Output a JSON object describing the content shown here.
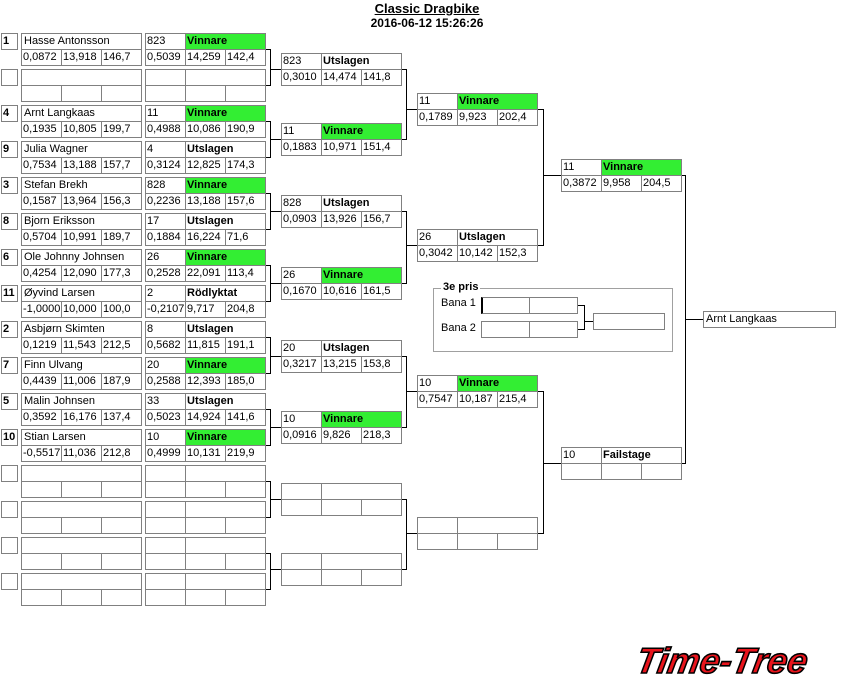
{
  "header": {
    "title": "Classic Dragbike",
    "datetime": "2016-06-12 15:26:26"
  },
  "colors": {
    "winner_bg": "#33ee33",
    "line": "#000000",
    "cell_border": "#808080"
  },
  "round1": [
    {
      "seed": "1",
      "name": "Hasse Antonsson",
      "rt": "0,0872",
      "et": "13,918",
      "speed": "146,7",
      "num": "823",
      "result": "Vinnare",
      "win": true,
      "rt2": "0,5039",
      "et2": "14,259",
      "speed2": "142,4"
    },
    {
      "seed": "",
      "name": "",
      "rt": "",
      "et": "",
      "speed": "",
      "num": "",
      "result": "",
      "win": false,
      "rt2": "",
      "et2": "",
      "speed2": ""
    },
    {
      "seed": "4",
      "name": "Arnt Langkaas",
      "rt": "0,1935",
      "et": "10,805",
      "speed": "199,7",
      "num": "11",
      "result": "Vinnare",
      "win": true,
      "rt2": "0,4988",
      "et2": "10,086",
      "speed2": "190,9"
    },
    {
      "seed": "9",
      "name": "Julia Wagner",
      "rt": "0,7534",
      "et": "13,188",
      "speed": "157,7",
      "num": "4",
      "result": "Utslagen",
      "win": false,
      "rt2": "0,3124",
      "et2": "12,825",
      "speed2": "174,3"
    },
    {
      "seed": "3",
      "name": "Stefan Brekh",
      "rt": "0,1587",
      "et": "13,964",
      "speed": "156,3",
      "num": "828",
      "result": "Vinnare",
      "win": true,
      "rt2": "0,2236",
      "et2": "13,188",
      "speed2": "157,6"
    },
    {
      "seed": "8",
      "name": "Bjorn Eriksson",
      "rt": "0,5704",
      "et": "10,991",
      "speed": "189,7",
      "num": "17",
      "result": "Utslagen",
      "win": false,
      "rt2": "0,1884",
      "et2": "16,224",
      "speed2": "71,6"
    },
    {
      "seed": "6",
      "name": "Ole Johnny Johnsen",
      "rt": "0,4254",
      "et": "12,090",
      "speed": "177,3",
      "num": "26",
      "result": "Vinnare",
      "win": true,
      "rt2": "0,2528",
      "et2": "22,091",
      "speed2": "113,4"
    },
    {
      "seed": "11",
      "name": "Øyvind Larsen",
      "rt": "-1,0000",
      "et": "10,000",
      "speed": "100,0",
      "num": "2",
      "result": "Rödlyktat",
      "win": false,
      "rt2": "-0,2107",
      "et2": "9,717",
      "speed2": "204,8"
    },
    {
      "seed": "2",
      "name": "Asbjørn Skimten",
      "rt": "0,1219",
      "et": "11,543",
      "speed": "212,5",
      "num": "8",
      "result": "Utslagen",
      "win": false,
      "rt2": "0,5682",
      "et2": "11,815",
      "speed2": "191,1"
    },
    {
      "seed": "7",
      "name": "Finn Ulvang",
      "rt": "0,4439",
      "et": "11,006",
      "speed": "187,9",
      "num": "20",
      "result": "Vinnare",
      "win": true,
      "rt2": "0,2588",
      "et2": "12,393",
      "speed2": "185,0"
    },
    {
      "seed": "5",
      "name": "Malin Johnsen",
      "rt": "0,3592",
      "et": "16,176",
      "speed": "137,4",
      "num": "33",
      "result": "Utslagen",
      "win": false,
      "rt2": "0,5023",
      "et2": "14,924",
      "speed2": "141,6"
    },
    {
      "seed": "10",
      "name": "Stian Larsen",
      "rt": "-0,5517",
      "et": "11,036",
      "speed": "212,8",
      "num": "10",
      "result": "Vinnare",
      "win": true,
      "rt2": "0,4999",
      "et2": "10,131",
      "speed2": "219,9"
    },
    {
      "seed": "",
      "name": "",
      "rt": "",
      "et": "",
      "speed": "",
      "num": "",
      "result": "",
      "win": false,
      "rt2": "",
      "et2": "",
      "speed2": ""
    },
    {
      "seed": "",
      "name": "",
      "rt": "",
      "et": "",
      "speed": "",
      "num": "",
      "result": "",
      "win": false,
      "rt2": "",
      "et2": "",
      "speed2": ""
    },
    {
      "seed": "",
      "name": "",
      "rt": "",
      "et": "",
      "speed": "",
      "num": "",
      "result": "",
      "win": false,
      "rt2": "",
      "et2": "",
      "speed2": ""
    },
    {
      "seed": "",
      "name": "",
      "rt": "",
      "et": "",
      "speed": "",
      "num": "",
      "result": "",
      "win": false,
      "rt2": "",
      "et2": "",
      "speed2": ""
    }
  ],
  "round2": [
    {
      "num": "823",
      "result": "Utslagen",
      "win": false,
      "rt": "0,3010",
      "et": "14,474",
      "speed": "141,8"
    },
    {
      "num": "11",
      "result": "Vinnare",
      "win": true,
      "rt": "0,1883",
      "et": "10,971",
      "speed": "151,4"
    },
    {
      "num": "828",
      "result": "Utslagen",
      "win": false,
      "rt": "0,0903",
      "et": "13,926",
      "speed": "156,7"
    },
    {
      "num": "26",
      "result": "Vinnare",
      "win": true,
      "rt": "0,1670",
      "et": "10,616",
      "speed": "161,5"
    },
    {
      "num": "20",
      "result": "Utslagen",
      "win": false,
      "rt": "0,3217",
      "et": "13,215",
      "speed": "153,8"
    },
    {
      "num": "10",
      "result": "Vinnare",
      "win": true,
      "rt": "0,0916",
      "et": "9,826",
      "speed": "218,3"
    },
    {
      "num": "",
      "result": "",
      "win": false,
      "rt": "",
      "et": "",
      "speed": ""
    },
    {
      "num": "",
      "result": "",
      "win": false,
      "rt": "",
      "et": "",
      "speed": ""
    }
  ],
  "round3": [
    {
      "num": "11",
      "result": "Vinnare",
      "win": true,
      "rt": "0,1789",
      "et": "9,923",
      "speed": "202,4"
    },
    {
      "num": "26",
      "result": "Utslagen",
      "win": false,
      "rt": "0,3042",
      "et": "10,142",
      "speed": "152,3"
    },
    {
      "num": "10",
      "result": "Vinnare",
      "win": true,
      "rt": "0,7547",
      "et": "10,187",
      "speed": "215,4"
    },
    {
      "num": "",
      "result": "",
      "win": false,
      "rt": "",
      "et": "",
      "speed": ""
    }
  ],
  "round4": [
    {
      "num": "11",
      "result": "Vinnare",
      "win": true,
      "rt": "0,3872",
      "et": "9,958",
      "speed": "204,5"
    },
    {
      "num": "10",
      "result": "Failstage",
      "win": false,
      "rt": "",
      "et": "",
      "speed": ""
    }
  ],
  "final": {
    "winner": "Arnt Langkaas"
  },
  "third_place": {
    "title": "3e pris",
    "lane1_label": "Bana 1",
    "lane2_label": "Bana 2"
  },
  "logo": {
    "text": "Time-Tree"
  }
}
